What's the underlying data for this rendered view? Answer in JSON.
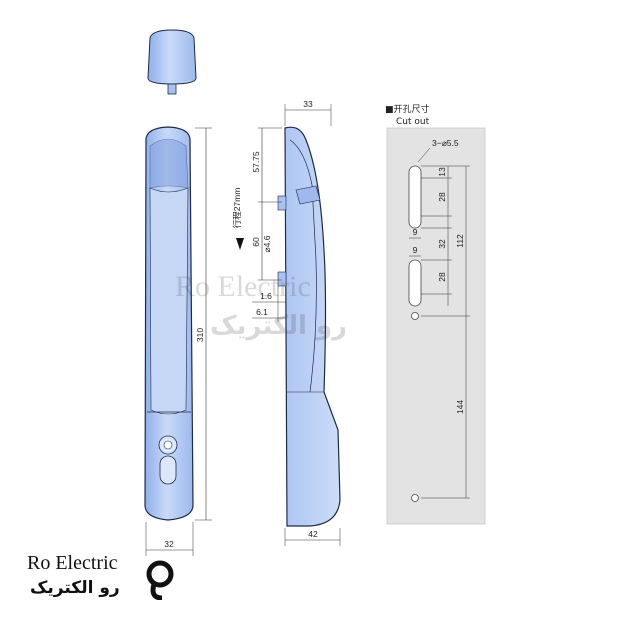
{
  "front_view": {
    "height_label": "310",
    "width_label": "32"
  },
  "side_view": {
    "top_width_label": "33",
    "bottom_width_label": "42",
    "dim_57_75": "57.75",
    "travel_label": "行程27mm",
    "dim_60": "60",
    "dim_phi46": "⌀4.6",
    "dim_1_6": "1.6",
    "dim_6_1": "6.1"
  },
  "cutout": {
    "title_cn": "■开孔尺寸",
    "title_en": "Cut out",
    "hole_label": "3−⌀5.5",
    "dims": [
      "13",
      "28",
      "32",
      "28",
      "112",
      "144"
    ],
    "width_labels": [
      "9",
      "9"
    ]
  },
  "watermark": {
    "en": "Ro Electric",
    "fa": "رو الکتریک"
  },
  "logo": {
    "en": "Ro Electric",
    "fa": "رو الکتریک"
  },
  "colors": {
    "handle_fill": "#b9cdf2",
    "handle_stroke": "#1d2a4a",
    "panel_fill": "#e3e3e3"
  }
}
